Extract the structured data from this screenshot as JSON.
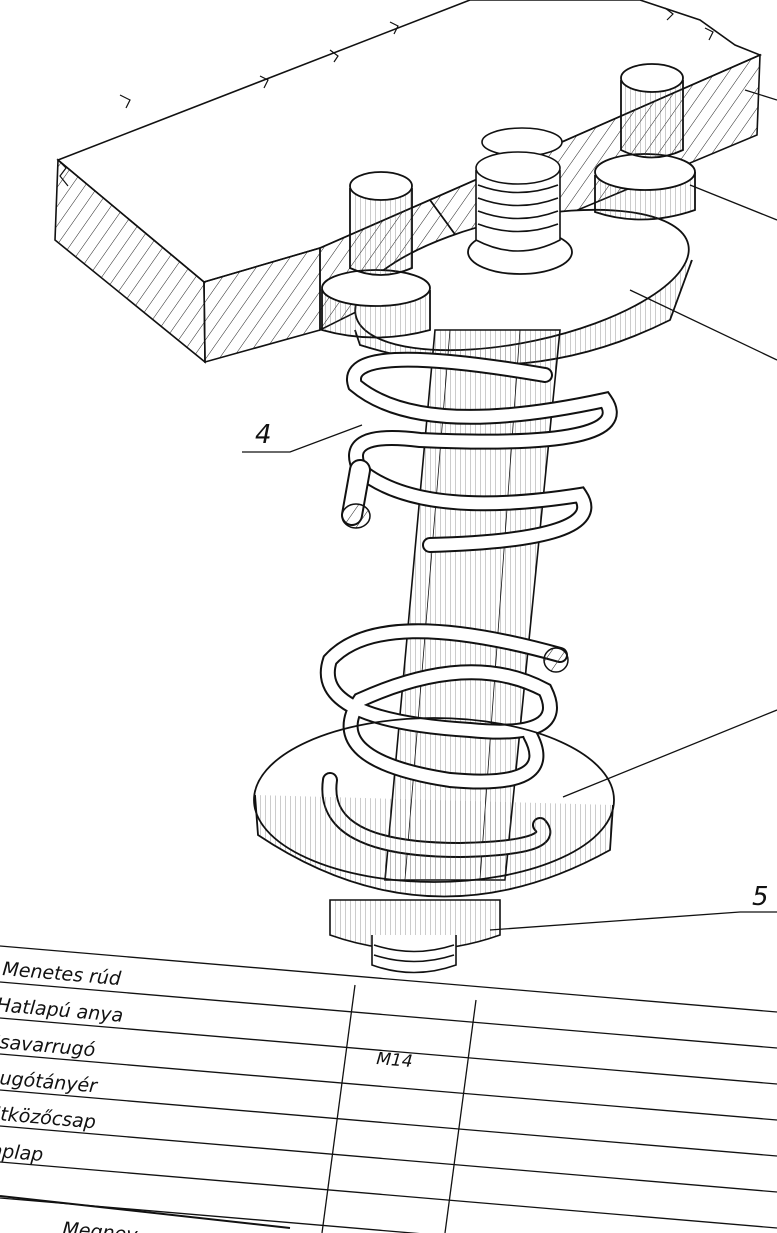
{
  "callouts": {
    "label_4": "4",
    "label_5": "5"
  },
  "parts_list": {
    "rows": [
      {
        "name": "Menetes rúd",
        "spec": ""
      },
      {
        "name": "Hatlapú anya",
        "spec": ""
      },
      {
        "name": "Csavarrugó",
        "spec": "M14"
      },
      {
        "name": "Rugótányér",
        "spec": ""
      },
      {
        "name": "Ütközőcsap",
        "spec": ""
      },
      {
        "name": "Alaplap",
        "spec": ""
      }
    ],
    "header_partial": "Megnev..."
  }
}
